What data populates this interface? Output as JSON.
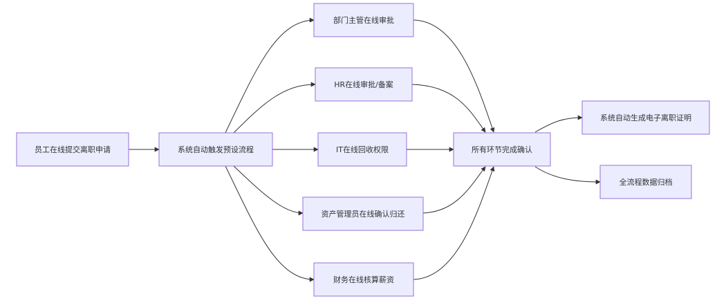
{
  "diagram": {
    "nodes": [
      {
        "id": "A",
        "label": "员工在线提交离职申请"
      },
      {
        "id": "B",
        "label": "系统自动触发预设流程"
      },
      {
        "id": "C1",
        "label": "部门主管在线审批"
      },
      {
        "id": "C2",
        "label": "HR在线审批/备案"
      },
      {
        "id": "C3",
        "label": "IT在线回收权限"
      },
      {
        "id": "C4",
        "label": "资产管理员在线确认归还"
      },
      {
        "id": "C5",
        "label": "财务在线核算薪资"
      },
      {
        "id": "D",
        "label": "所有环节完成确认"
      },
      {
        "id": "E1",
        "label": "系统自动生成电子离职证明"
      },
      {
        "id": "E2",
        "label": "全流程数据归档"
      }
    ],
    "edges": [
      {
        "from": "A",
        "to": "B"
      },
      {
        "from": "B",
        "to": "C1"
      },
      {
        "from": "B",
        "to": "C2"
      },
      {
        "from": "B",
        "to": "C3"
      },
      {
        "from": "B",
        "to": "C4"
      },
      {
        "from": "B",
        "to": "C5"
      },
      {
        "from": "C1",
        "to": "D"
      },
      {
        "from": "C2",
        "to": "D"
      },
      {
        "from": "C3",
        "to": "D"
      },
      {
        "from": "C4",
        "to": "D"
      },
      {
        "from": "C5",
        "to": "D"
      },
      {
        "from": "D",
        "to": "E1"
      },
      {
        "from": "D",
        "to": "E2"
      }
    ],
    "colors": {
      "node_fill": "#ececff",
      "node_stroke": "#9370db",
      "edge": "#333333",
      "text": "#333333"
    }
  }
}
